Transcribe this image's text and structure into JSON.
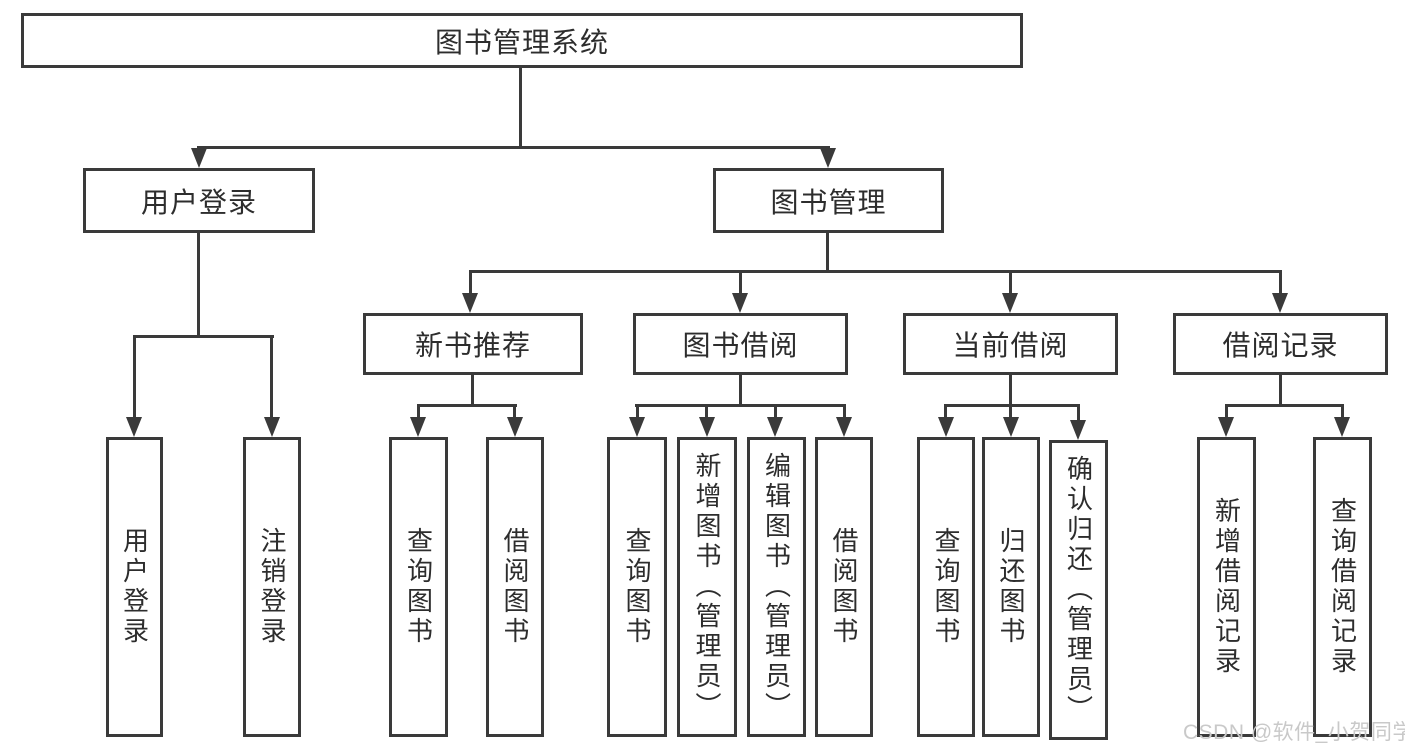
{
  "tree": {
    "label": "图书管理系统",
    "children": [
      {
        "label": "用户登录",
        "children": [
          {
            "label": "用户登录"
          },
          {
            "label": "注销登录"
          }
        ]
      },
      {
        "label": "图书管理",
        "children": [
          {
            "label": "新书推荐",
            "children": [
              {
                "label": "查询图书"
              },
              {
                "label": "借阅图书"
              }
            ]
          },
          {
            "label": "图书借阅",
            "children": [
              {
                "label": "查询图书"
              },
              {
                "label": "新增图书（管理员）"
              },
              {
                "label": "编辑图书（管理员）"
              },
              {
                "label": "借阅图书"
              }
            ]
          },
          {
            "label": "当前借阅",
            "children": [
              {
                "label": "查询图书"
              },
              {
                "label": "归还图书"
              },
              {
                "label": "确认归还（管理员）"
              }
            ]
          },
          {
            "label": "借阅记录",
            "children": [
              {
                "label": "新增借阅记录"
              },
              {
                "label": "查询借阅记录"
              }
            ]
          }
        ]
      }
    ]
  },
  "watermark": {
    "text": "CSDN @软件_小贺同学"
  },
  "colors": {
    "line": "#3a3a3a",
    "text": "#2d2d2d",
    "watermark": "#c9c9c9",
    "background": "#ffffff"
  }
}
